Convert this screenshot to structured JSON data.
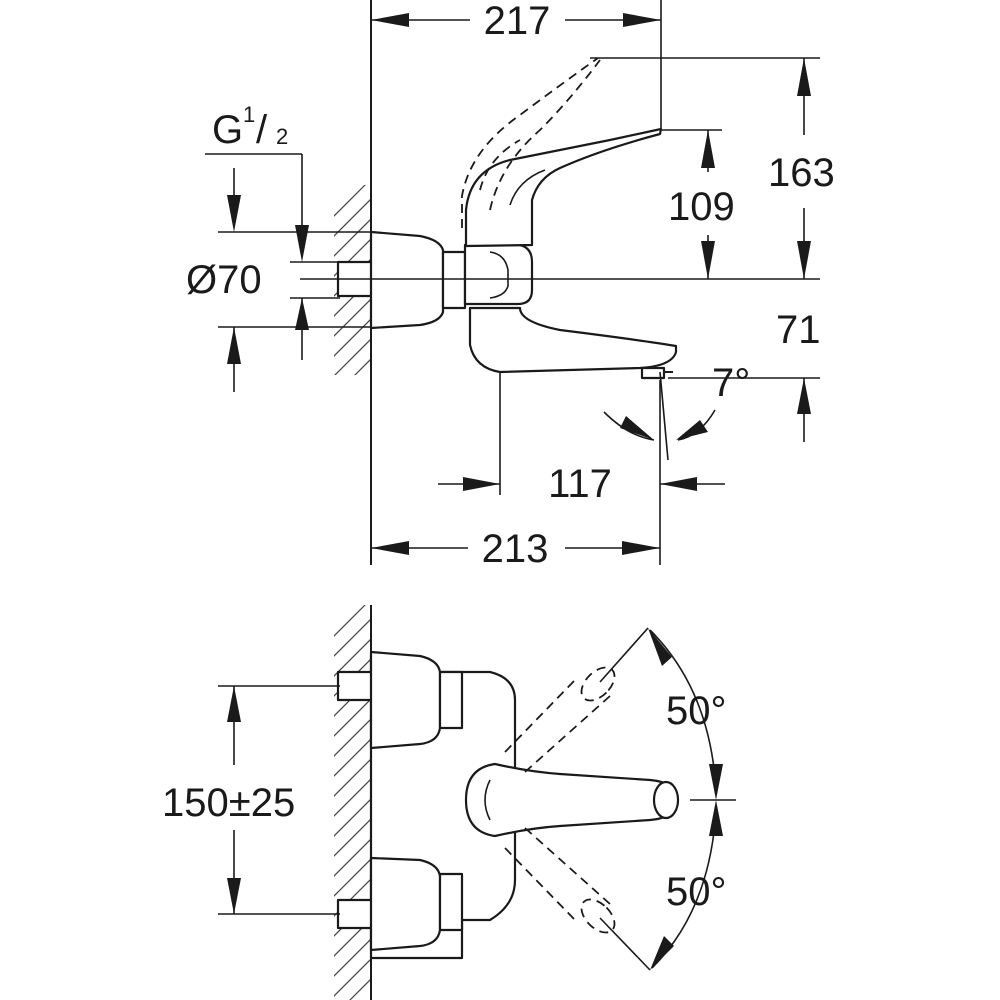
{
  "dimensions": {
    "overall_top": "217",
    "thread": {
      "main": "G",
      "sup": "1",
      "sub": "2"
    },
    "height_total": "163",
    "height_lever": "109",
    "diameter": "Ø70",
    "spout_height": "71",
    "angle_tilt": "7°",
    "spout_offset": "117",
    "overall_bottom": "213",
    "center_distance": "150±25",
    "swing_up": "50°",
    "swing_down": "50°"
  }
}
